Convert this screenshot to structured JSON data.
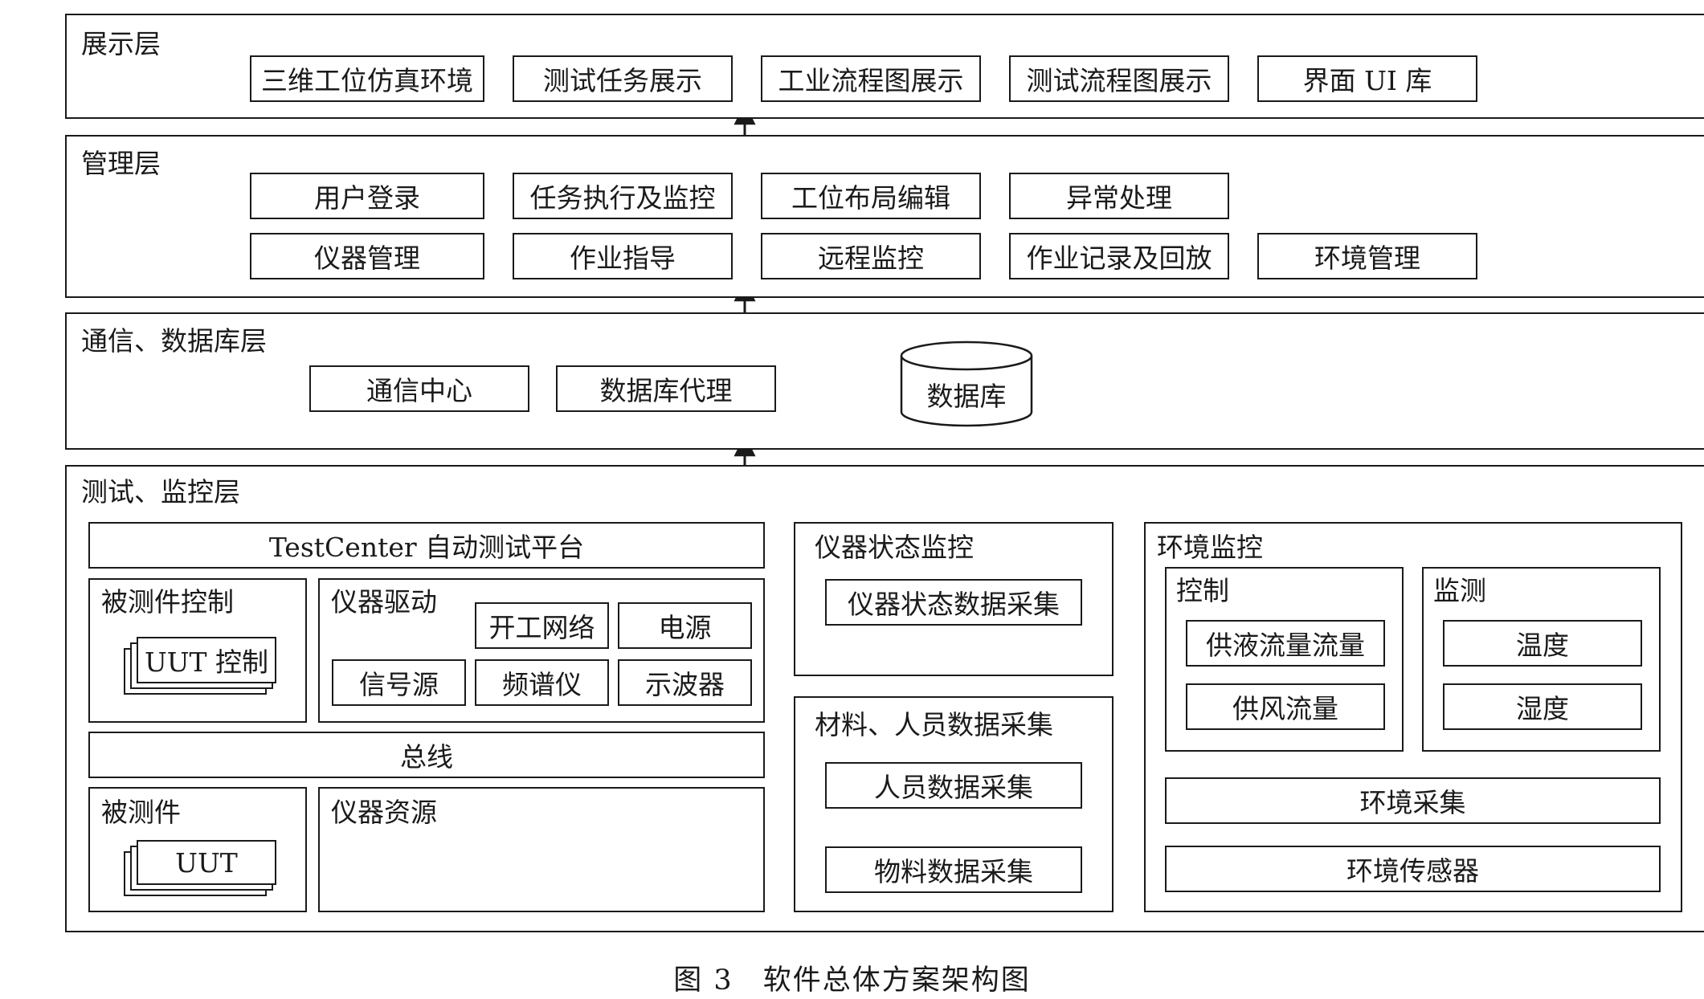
{
  "presentation": {
    "title": "展示层",
    "items": [
      "三维工位仿真环境",
      "测试任务展示",
      "工业流程图展示",
      "测试流程图展示",
      "界面 UI 库"
    ]
  },
  "management": {
    "title": "管理层",
    "row1": [
      "用户登录",
      "任务执行及监控",
      "工位布局编辑",
      "异常处理"
    ],
    "row2": [
      "仪器管理",
      "作业指导",
      "远程监控",
      "作业记录及回放",
      "环境管理"
    ]
  },
  "communication": {
    "title": "通信、数据库层",
    "comm_center": "通信中心",
    "db_proxy": "数据库代理",
    "database": "数据库"
  },
  "test": {
    "title": "测试、监控层",
    "platform": "TestCenter 自动测试平台",
    "dut_control": {
      "title": "被测件控制",
      "uut_control": "UUT 控制"
    },
    "instrument_driver": {
      "title": "仪器驱动",
      "items": [
        "开工网络",
        "电源",
        "信号源",
        "频谱仪",
        "示波器"
      ]
    },
    "bus": "总线",
    "dut": {
      "title": "被测件",
      "uut": "UUT"
    },
    "instrument_resource": "仪器资源",
    "instrument_status": {
      "title": "仪器状态监控",
      "item": "仪器状态数据采集"
    },
    "material_personnel": {
      "title": "材料、人员数据采集",
      "items": [
        "人员数据采集",
        "物料数据采集"
      ]
    },
    "env_monitor": {
      "title": "环境监控",
      "control": {
        "title": "控制",
        "items": [
          "供液流量流量",
          "供风流量"
        ]
      },
      "monitoring": {
        "title": "监测",
        "items": [
          "温度",
          "湿度"
        ]
      },
      "collect": "环境采集",
      "sensor": "环境传感器"
    }
  },
  "caption": "图 3　软件总体方案架构图"
}
